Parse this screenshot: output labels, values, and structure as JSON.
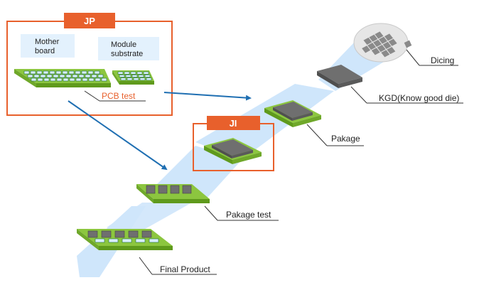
{
  "colors": {
    "accent_orange": "#e8602c",
    "arrow_blue": "#1f6fb2",
    "beam_blue": "#cfe6fb",
    "pcb_green": "#8cc63f",
    "pcb_green_dark": "#5f9a1c",
    "chip_gray": "#6f6f6f",
    "label_bg": "#e3f1fd"
  },
  "jp": {
    "tag": "JP",
    "mother_board_label": "Mother\nboard",
    "module_substrate_label": "Module\nsubstrate",
    "pcb_test_label": "PCB test"
  },
  "ji": {
    "tag": "JI"
  },
  "steps": {
    "dicing": "Dicing",
    "kgd": "KGD(Know good die)",
    "package": "Pakage",
    "package_test": "Pakage test",
    "final_product": "Final Product"
  }
}
